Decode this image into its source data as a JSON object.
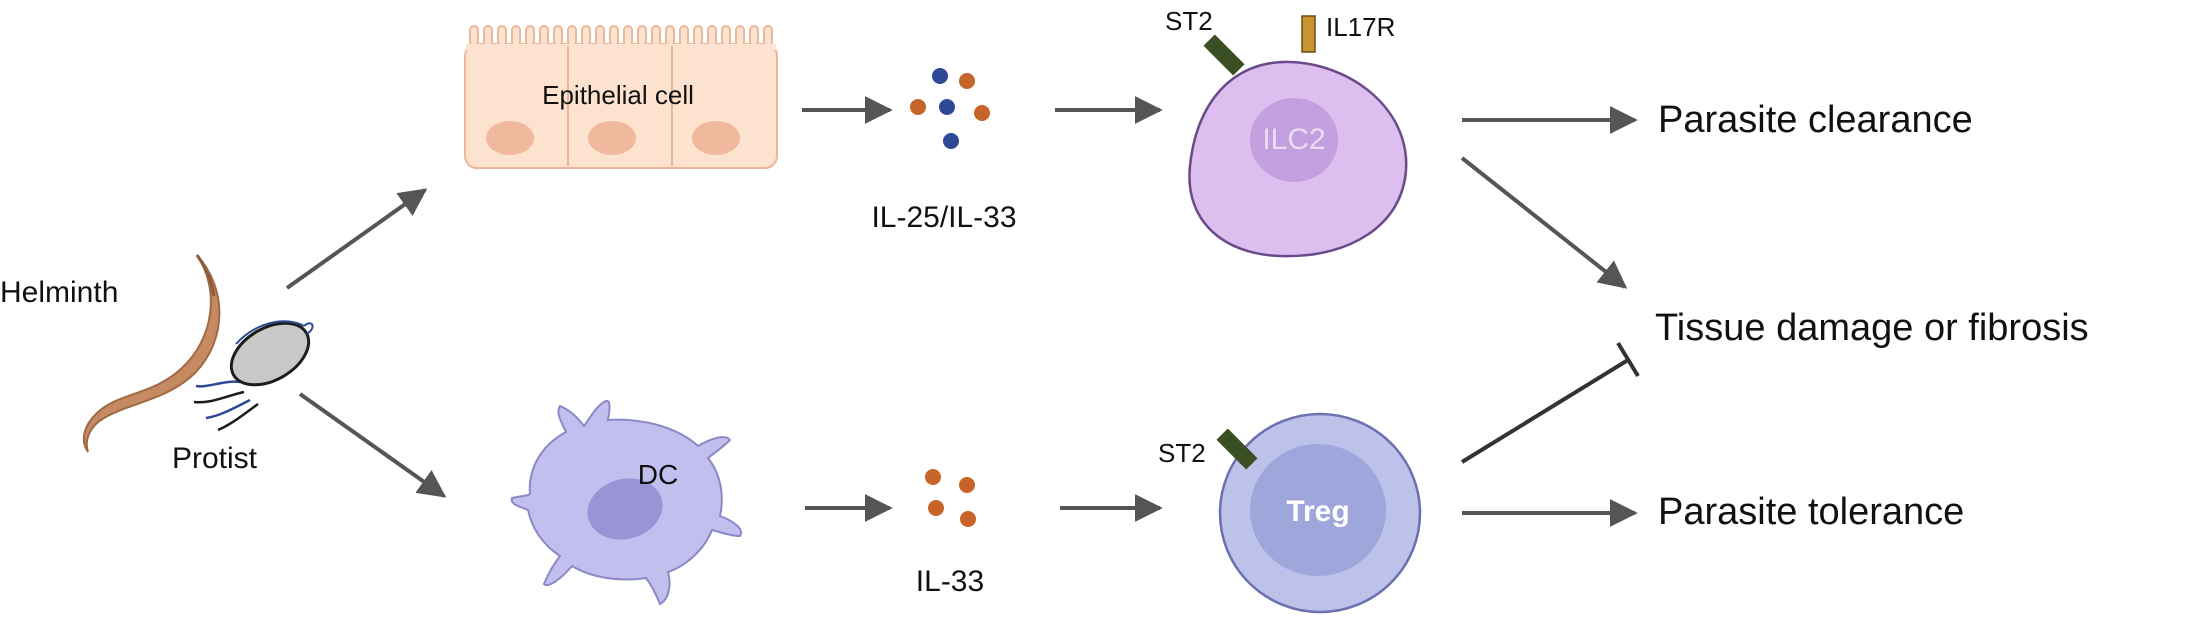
{
  "labels": {
    "helminth": "Helminth",
    "protist": "Protist",
    "epithelial_cell": "Epithelial cell",
    "il25_il33": "IL-25/IL-33",
    "st2_top": "ST2",
    "il17r": "IL17R",
    "ilc2": "ILC2",
    "dc": "DC",
    "il33": "IL-33",
    "st2_bottom": "ST2",
    "treg": "Treg"
  },
  "outcomes": {
    "parasite_clearance": "Parasite clearance",
    "tissue_damage": "Tissue damage or fibrosis",
    "parasite_tolerance": "Parasite tolerance"
  },
  "colors": {
    "arrow": "#555555",
    "epithelium_fill": "#fde3cf",
    "epithelium_stroke": "#e9b898",
    "epithelium_nucleus": "#f0b89c",
    "cytokine_blue": "#2e4a96",
    "cytokine_orange": "#c6642a",
    "ilc2_fill": "#dcbfee",
    "ilc2_nucleus": "#c49fdf",
    "treg_outer": "#bcc2ea",
    "treg_inner": "#9ea6dc",
    "dc_fill": "#c2bfef",
    "dc_nucleus": "#9a94d6",
    "st2_receptor": "#3b4f24",
    "il17r_receptor": "#c9952e",
    "worm": "#c58a62",
    "protist_body": "#c8c8c8"
  }
}
